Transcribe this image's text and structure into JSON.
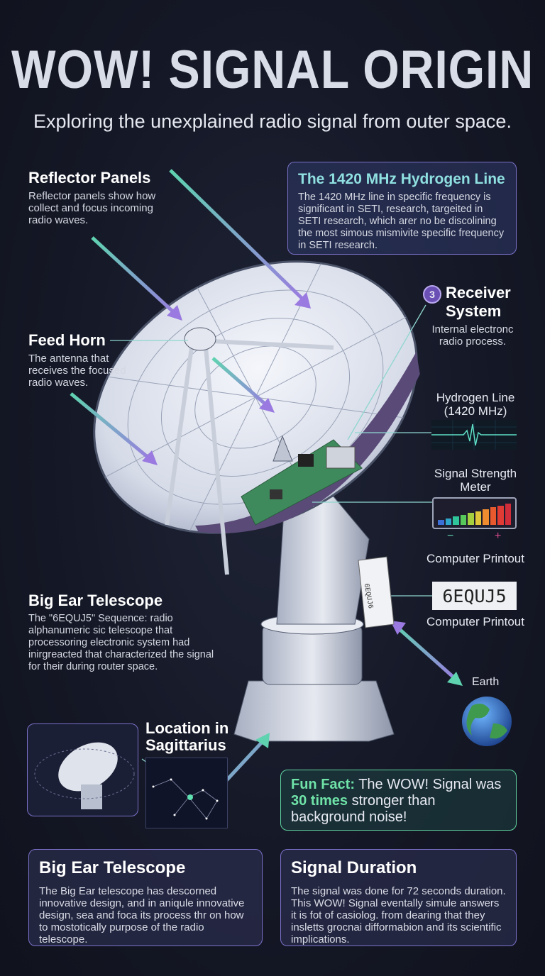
{
  "title": "WOW! SIGNAL ORIGIN",
  "subtitle": "Exploring the unexplained radio signal from outer space.",
  "reflector": {
    "title": "Reflector Panels",
    "desc": "Reflector panels show how collect and focus incoming radio waves."
  },
  "hydrogen_box": {
    "title": "The 1420 MHz Hydrogen Line",
    "desc": "The 1420 MHz line in specific frequency is significant in SETI, research, targeited in SETI research, which arer no be discolining the most simous mismivite specific frequency in SETI research."
  },
  "receiver": {
    "badge": "3",
    "title": "Receiver System",
    "desc": "Internal electronc radio process."
  },
  "feed_horn": {
    "title": "Feed Horn",
    "desc": "The antenna that receives the focused radio waves."
  },
  "hydrogen_line": {
    "label": "Hydrogen Line (1420 MHz)"
  },
  "signal_meter": {
    "label": "Signal Strength Meter",
    "minus": "−",
    "plus": "+",
    "bar_colors": [
      "#3b6fd6",
      "#2fa6c9",
      "#2fc49a",
      "#56c95a",
      "#a5cf3e",
      "#e0c53a",
      "#ef8c30",
      "#e85a2e",
      "#e03b35",
      "#d02c3a"
    ]
  },
  "printout": {
    "label_top": "Computer Printout",
    "code": "6EQUJ5",
    "label_bottom": "Computer Printout",
    "paper_text": "6EQUJ6"
  },
  "big_ear": {
    "title": "Big Ear Telescope",
    "desc": "The \"6EQUJ5\" Sequence: radio alphanumeric sic telescope that processoring electronic system had inirgreacted that characterized the signal for their during router space."
  },
  "earth": {
    "label": "Earth"
  },
  "location": {
    "title": "Location in Sagittarius"
  },
  "fun_fact": {
    "prefix": "Fun Fact:",
    "text1": " The WOW! Signal was ",
    "highlight": "30 times",
    "text2": " stronger than background noise!"
  },
  "cards": [
    {
      "title": "Big Ear Telescope",
      "desc": "The Big Ear telescope has descorned innovative design, and in aniqule innovative design, sea and foca its process thr on how to mostotically purpose of the radio telescope."
    },
    {
      "title": "Signal Duration",
      "desc": "The signal was done for 72 seconds duration. This WOW! Signal eventally simule answers it is fot of casiolog. from dearing that they insletts grocnai difformabion and its scientific implications."
    }
  ],
  "colors": {
    "background": "#151827",
    "accent_teal": "#5fd3b0",
    "accent_purple": "#9a7ae0",
    "hydrogen_title": "#8fe0e0",
    "fun_fact_green": "#6fe3a8"
  }
}
